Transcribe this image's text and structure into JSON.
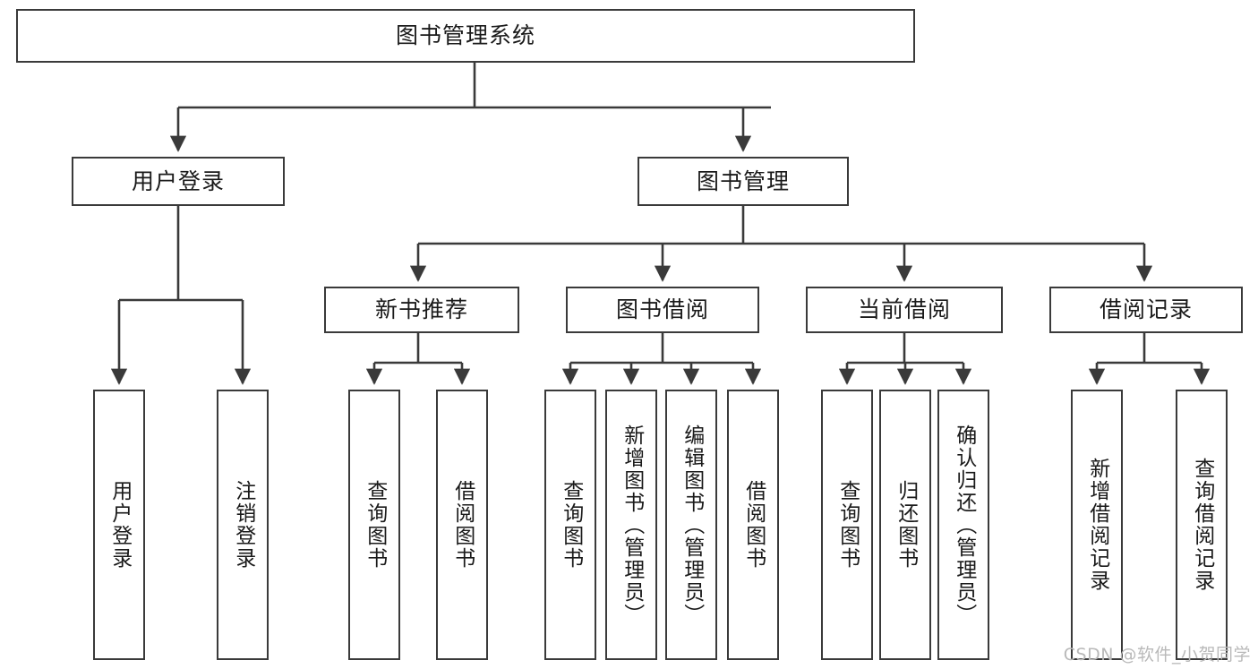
{
  "diagram": {
    "title": "图书管理系统",
    "watermark": "CSDN @软件_小贺同学",
    "root": {
      "label": "图书管理系统"
    },
    "level2": [
      {
        "label": "用户登录"
      },
      {
        "label": "图书管理"
      }
    ],
    "level3": [
      {
        "label": "新书推荐"
      },
      {
        "label": "图书借阅"
      },
      {
        "label": "当前借阅"
      },
      {
        "label": "借阅记录"
      }
    ],
    "leaves": {
      "user_login": [
        {
          "label": "用户登录"
        },
        {
          "label": "注销登录"
        }
      ],
      "new_book": [
        {
          "label": "查询图书"
        },
        {
          "label": "借阅图书"
        }
      ],
      "borrow": [
        {
          "label": "查询图书"
        },
        {
          "label": "新增图书（管理员）"
        },
        {
          "label": "编辑图书（管理员）"
        },
        {
          "label": "借阅图书"
        }
      ],
      "current": [
        {
          "label": "查询图书"
        },
        {
          "label": "归还图书"
        },
        {
          "label": "确认归还（管理员）"
        }
      ],
      "records": [
        {
          "label": "新增借阅记录"
        },
        {
          "label": "查询借阅记录"
        }
      ]
    }
  },
  "colors": {
    "stroke": "#3a3a3a",
    "fill": "#ffffff",
    "text": "#1a1a1a",
    "watermark": "#b9b9b9"
  }
}
